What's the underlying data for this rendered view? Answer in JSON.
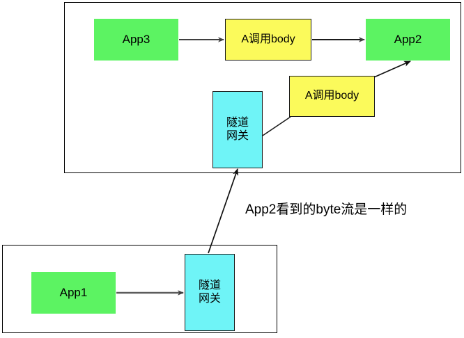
{
  "diagram": {
    "title": "Tunnel gateway byte-stream diagram",
    "background": "#ffffff",
    "colors": {
      "green": "#5cf362",
      "yellow": "#fbfa5b",
      "cyan": "#6ff4f7",
      "stroke_dark": "#3f3f3f",
      "stroke_black": "#000000",
      "border": "#000000"
    },
    "containers": [
      {
        "id": "top-container",
        "label": ""
      },
      {
        "id": "bottom-container",
        "label": ""
      }
    ],
    "nodes": [
      {
        "id": "app3",
        "label": "App3",
        "type": "green"
      },
      {
        "id": "call-body-top",
        "label": "A调用body",
        "type": "yellow"
      },
      {
        "id": "app2",
        "label": "App2",
        "type": "green"
      },
      {
        "id": "gateway-top",
        "label": "隧道\n网关",
        "type": "cyan"
      },
      {
        "id": "call-body-mid",
        "label": "A调用body",
        "type": "yellow"
      },
      {
        "id": "app1",
        "label": "App1",
        "type": "green"
      },
      {
        "id": "gateway-bottom",
        "label": "隧道\n网关",
        "type": "cyan"
      }
    ],
    "edges": [
      {
        "id": "app3-to-callbody",
        "from": "app3",
        "to": "call-body-top",
        "arrow": true
      },
      {
        "id": "callbody-to-app2",
        "from": "call-body-top",
        "to": "app2",
        "arrow": true
      },
      {
        "id": "gatewaytop-to-callbodymid",
        "from": "gateway-top",
        "to": "call-body-mid",
        "arrow": false
      },
      {
        "id": "callbodymid-to-app2",
        "from": "call-body-mid",
        "to": "app2",
        "arrow": true
      },
      {
        "id": "gatewaybottom-to-gatewaytop",
        "from": "gateway-bottom",
        "to": "gateway-top",
        "arrow": true
      },
      {
        "id": "app1-to-gatewaybottom",
        "from": "app1",
        "to": "gateway-bottom",
        "arrow": true
      }
    ],
    "caption": "App2看到的byte流是一样的"
  }
}
